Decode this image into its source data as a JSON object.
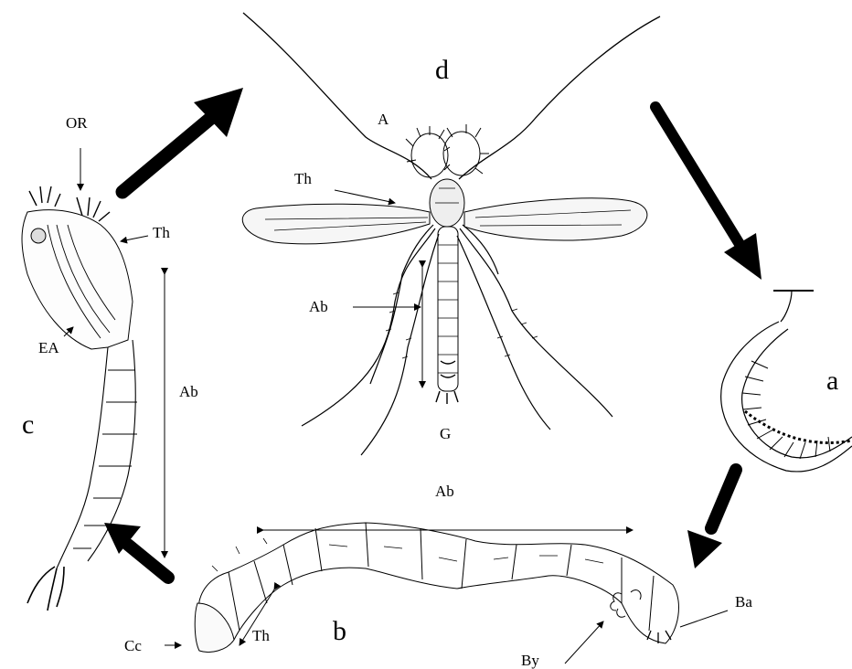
{
  "figure": {
    "stages": {
      "a": "a",
      "b": "b",
      "c": "c",
      "d": "d"
    },
    "labels": {
      "adult_antenna": "A",
      "adult_thorax": "Th",
      "adult_abdomen": "Ab",
      "adult_genitalia": "G",
      "pupa_respiratory_organ": "OR",
      "pupa_thorax": "Th",
      "pupa_embryo_appendages": "EA",
      "pupa_abdomen": "Ab",
      "larva_abdomen": "Ab",
      "larva_thorax": "Th",
      "larva_head": "Cc",
      "larva_gills": "By",
      "larva_anal": "Ba"
    }
  }
}
